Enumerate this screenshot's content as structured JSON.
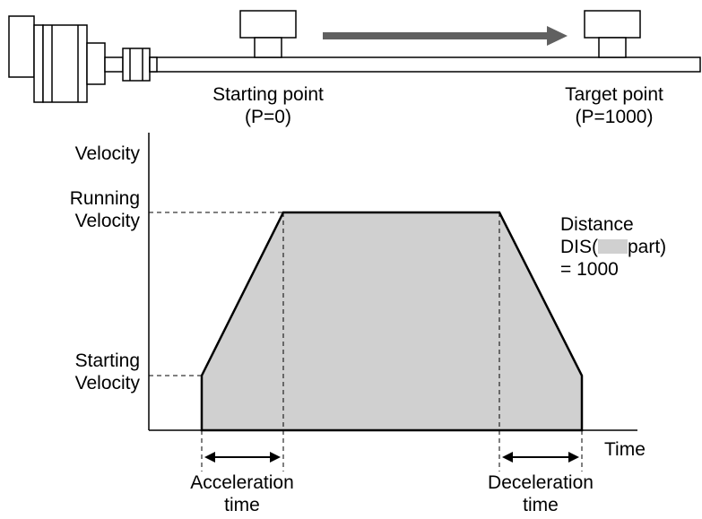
{
  "mechanism": {
    "start_label": "Starting point",
    "start_position": "(P=0)",
    "target_label": "Target point",
    "target_position": "(P=1000)"
  },
  "profile": {
    "y_axis_label": "Velocity",
    "x_axis_label": "Time",
    "running_velocity_line1": "Running",
    "running_velocity_line2": "Velocity",
    "starting_velocity_line1": "Starting",
    "starting_velocity_line2": "Velocity",
    "distance_line1": "Distance",
    "distance_prefix": "DIS(",
    "distance_suffix": "part)",
    "distance_line3": "= 1000",
    "acceleration_line1": "Acceleration",
    "acceleration_line2": "time",
    "deceleration_line1": "Deceleration",
    "deceleration_line2": "time"
  },
  "colors": {
    "area_fill": "#d0d0d0",
    "arrow": "#606060",
    "stroke": "#000000"
  }
}
